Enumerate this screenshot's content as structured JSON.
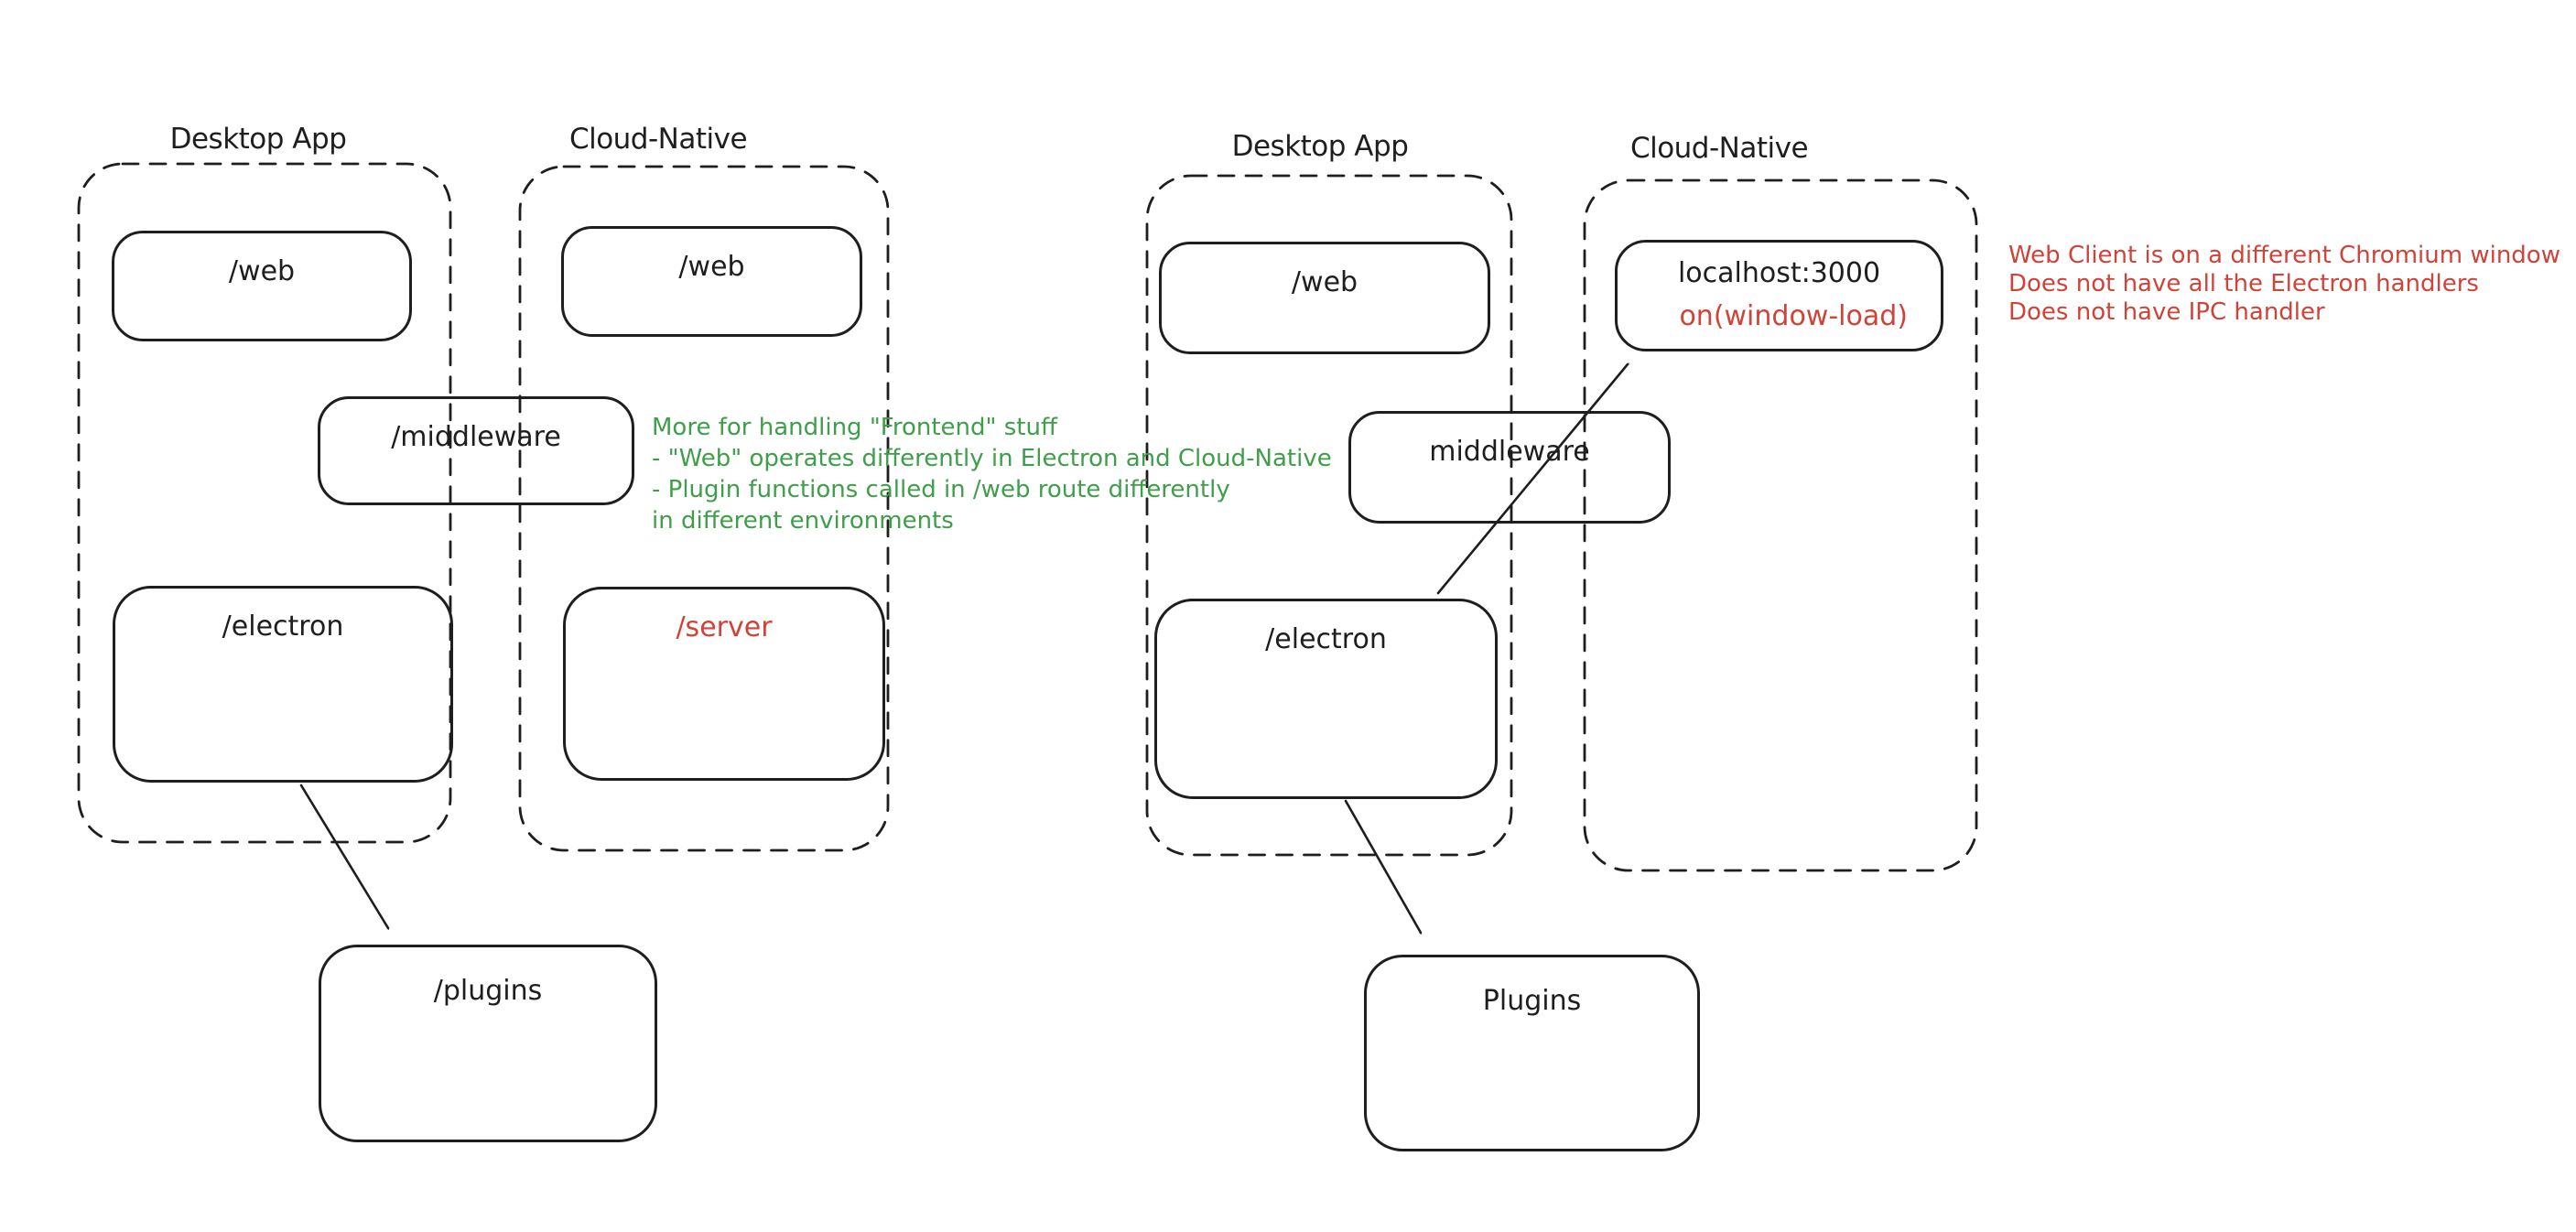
{
  "left": {
    "desktop_title": "Desktop App",
    "cloud_title": "Cloud-Native",
    "web_desktop_label": "/web",
    "web_cloud_label": "/web",
    "middleware_label": "/middleware",
    "electron_label": "/electron",
    "server_label": "/server",
    "plugins_label": "/plugins",
    "note_lines": [
      "More for handling \"Frontend\" stuff",
      "- \"Web\" operates differently in Electron and Cloud-Native",
      "- Plugin functions called in /web route differently",
      "in different environments"
    ]
  },
  "right": {
    "desktop_title": "Desktop App",
    "cloud_title": "Cloud-Native",
    "web_label": "/web",
    "localhost_label": "localhost:3000",
    "window_load_label": "on(window-load)",
    "middleware_label": "middleware",
    "electron_label": "/electron",
    "plugins_label": "Plugins",
    "note_lines": [
      "Web Client is on a different Chromium window",
      "Does not have all the Electron handlers",
      "Does not have IPC handler"
    ]
  },
  "colors": {
    "stroke": "#1e1e1e",
    "red": "#cf4338",
    "green": "#3f9e4a",
    "background": "#ffffff"
  }
}
